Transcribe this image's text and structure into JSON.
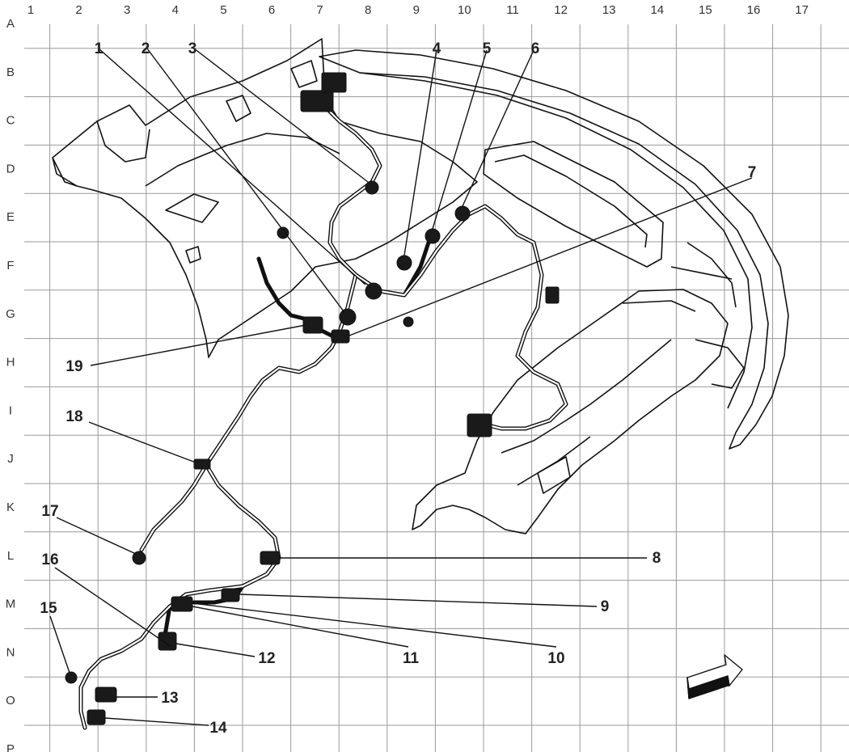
{
  "grid": {
    "columns": [
      "1",
      "2",
      "3",
      "4",
      "5",
      "6",
      "7",
      "8",
      "9",
      "10",
      "11",
      "12",
      "13",
      "14",
      "15",
      "16",
      "17"
    ],
    "rows": [
      "A",
      "B",
      "C",
      "D",
      "E",
      "F",
      "G",
      "H",
      "I",
      "J",
      "K",
      "L",
      "M",
      "N",
      "O",
      "P"
    ]
  },
  "callouts": [
    {
      "id": "1",
      "label": "1"
    },
    {
      "id": "2",
      "label": "2"
    },
    {
      "id": "3",
      "label": "3"
    },
    {
      "id": "4",
      "label": "4"
    },
    {
      "id": "5",
      "label": "5"
    },
    {
      "id": "6",
      "label": "6"
    },
    {
      "id": "7",
      "label": "7"
    },
    {
      "id": "8",
      "label": "8"
    },
    {
      "id": "9",
      "label": "9"
    },
    {
      "id": "10",
      "label": "10"
    },
    {
      "id": "11",
      "label": "11"
    },
    {
      "id": "12",
      "label": "12"
    },
    {
      "id": "13",
      "label": "13"
    },
    {
      "id": "14",
      "label": "14"
    },
    {
      "id": "15",
      "label": "15"
    },
    {
      "id": "16",
      "label": "16"
    },
    {
      "id": "17",
      "label": "17"
    },
    {
      "id": "18",
      "label": "18"
    },
    {
      "id": "19",
      "label": "19"
    }
  ],
  "orientation_icon": "front-direction-arrow-icon",
  "colors": {
    "line": "#111111",
    "grid": "#9a9a9a",
    "background": "#ffffff"
  }
}
